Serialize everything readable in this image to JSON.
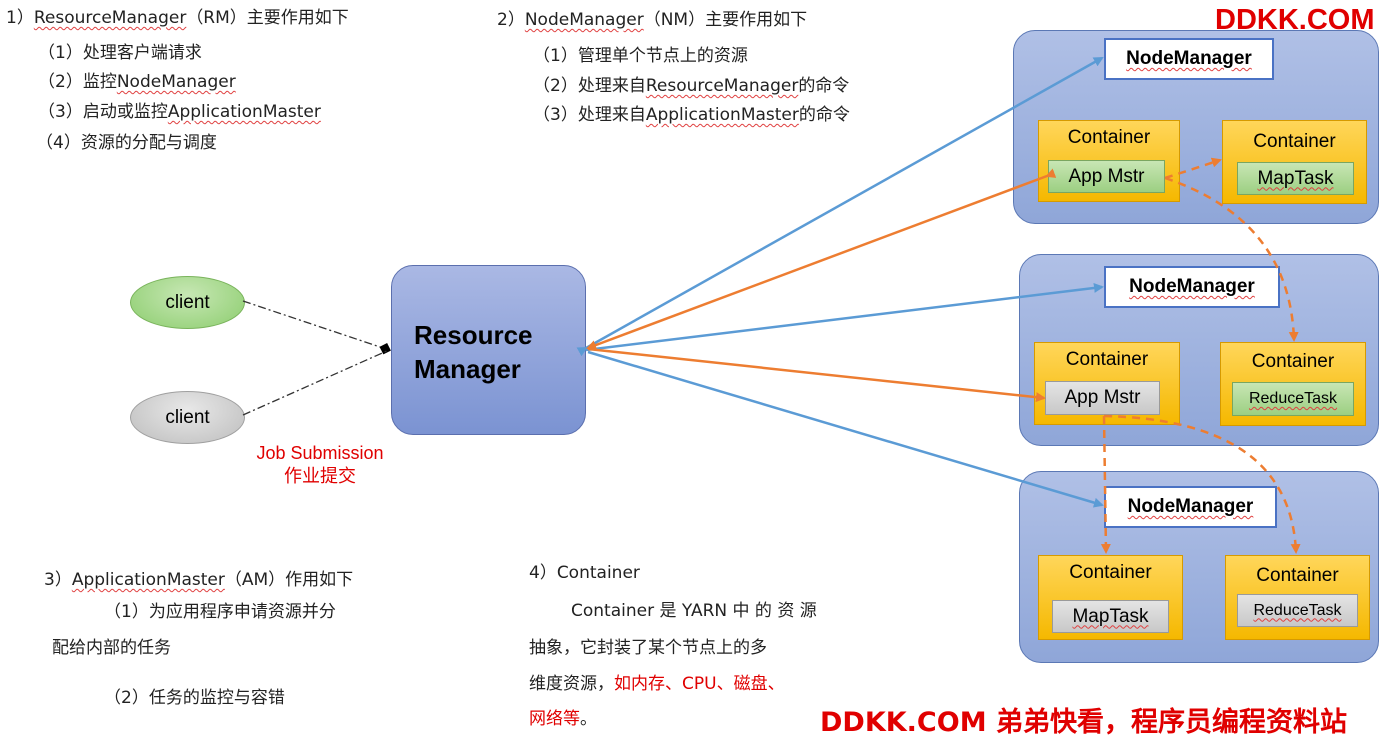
{
  "watermark": {
    "top": "DDKK.COM",
    "bottom": "DDKK.COM 弟弟快看，程序员编程资料站"
  },
  "rm_section": {
    "title_prefix": "1）",
    "title_term": "ResourceManager",
    "title_rest": "（RM）主要作用如下",
    "items": [
      {
        "text_pre": "（1）处理客户端请求",
        "term": ""
      },
      {
        "text_pre": "（2）监控",
        "term": "NodeManager"
      },
      {
        "text_pre": "（3）启动或监控",
        "term": "ApplicationMaster"
      },
      {
        "text_pre": "（4）资源的分配与调度",
        "term": ""
      }
    ]
  },
  "nm_section": {
    "title_prefix": "2）",
    "title_term": "NodeManager",
    "title_rest": "（NM）主要作用如下",
    "items": [
      {
        "pre": "（1）管理单个节点上的资源",
        "term": "",
        "post": ""
      },
      {
        "pre": "（2）处理来自",
        "term": "ResourceManager",
        "post": "的命令"
      },
      {
        "pre": "（3）处理来自",
        "term": "ApplicationMaster",
        "post": "的命令"
      }
    ]
  },
  "am_section": {
    "title_prefix": "3）",
    "title_term": "ApplicationMaster",
    "title_rest": "（AM）作用如下",
    "item1_line1": "（1）为应用程序申请资源并分",
    "item1_line2": "配给内部的任务",
    "item2": "（2）任务的监控与容错"
  },
  "container_section": {
    "title": "4）Container",
    "line1": "Container 是 YARN 中 的 资 源",
    "line2": "抽象，它封装了某个节点上的多",
    "line3_black": "维度资源，",
    "line3_red": "如内存、CPU、磁盘、",
    "line4_red": "网络等",
    "line4_black": "。"
  },
  "diagram": {
    "clients": [
      "client",
      "client"
    ],
    "resource_manager": [
      "Resource",
      "Manager"
    ],
    "job_submission": [
      "Job Submission",
      "作业提交"
    ],
    "nodes": [
      {
        "label": "NodeManager",
        "containers": [
          {
            "label": "Container",
            "task": "App Mstr"
          },
          {
            "label": "Container",
            "task": "MapTask"
          }
        ]
      },
      {
        "label": "NodeManager",
        "containers": [
          {
            "label": "Container",
            "task": "App Mstr"
          },
          {
            "label": "Container",
            "task": "ReduceTask"
          }
        ]
      },
      {
        "label": "NodeManager",
        "containers": [
          {
            "label": "Container",
            "task": "MapTask"
          },
          {
            "label": "Container",
            "task": "ReduceTask"
          }
        ]
      }
    ],
    "colors": {
      "blue_arrow": "#5b9bd5",
      "orange_arrow": "#ed7d31",
      "node_fill": "#9fb2e0",
      "container_fill": "#ffc000",
      "text_red": "#e00000"
    }
  }
}
